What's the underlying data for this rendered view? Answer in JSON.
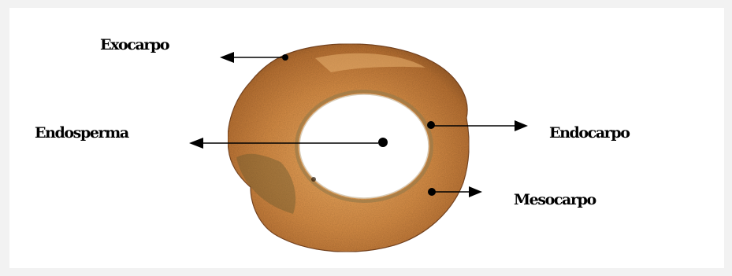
{
  "labels": {
    "exocarpo": "Exocarpo",
    "endosperma": "Endosperma",
    "endocarpo": "Endocarpo",
    "mesocarpo": "Mesocarpo"
  },
  "colors": {
    "background": "#f2f2f2",
    "panel": "#ffffff",
    "shell_outer": "#c47c3a",
    "shell_highlight": "#e0a258",
    "shell_shadow": "#8a5224",
    "cavity": "#ffffff",
    "arrow": "#000000",
    "text": "#000000"
  },
  "icons": {
    "specimen": "coconut-cross-section-illustration",
    "pointer_dot": "dot-marker",
    "pointer_arrow": "arrowhead"
  }
}
